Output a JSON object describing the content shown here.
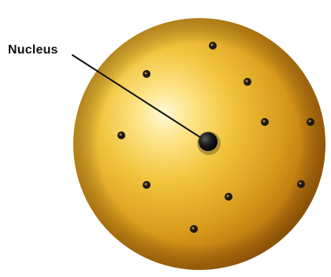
{
  "diagram": {
    "nucleus_label": "Nucleus"
  },
  "colors": {
    "atom_highlight": "#fff8d8",
    "atom_mid": "#f2c43c",
    "atom_edge": "#c8830f",
    "atom_shadow": "#7a4608",
    "nucleus": "#111111",
    "electron": "#1a1a1a",
    "leader_line": "#111111"
  },
  "icons": [
    "atom-sphere",
    "nucleus-dot",
    "electron-dot"
  ]
}
